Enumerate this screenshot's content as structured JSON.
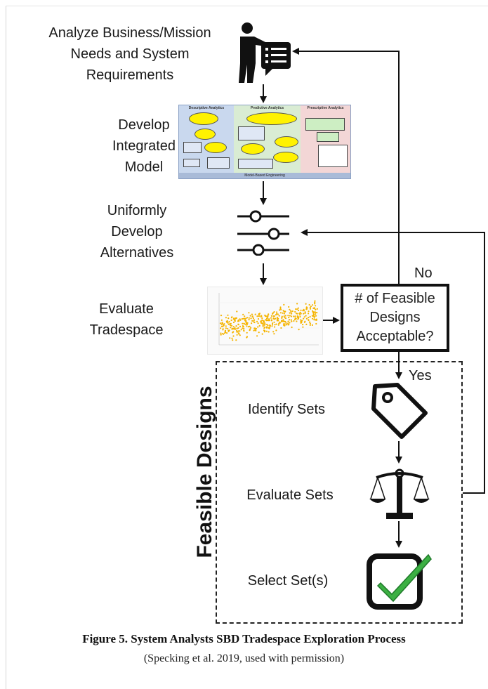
{
  "steps": {
    "analyze": "Analyze Business/Mission\nNeeds and System\nRequirements",
    "integrated": "Develop\nIntegrated\nModel",
    "alternatives": "Uniformly\nDevelop\nAlternatives",
    "tradespace": "Evaluate\nTradespace",
    "identify": "Identify Sets",
    "evaluate_sets": "Evaluate Sets",
    "select": "Select Set(s)"
  },
  "decision": {
    "question": "# of Feasible\nDesigns\nAcceptable?",
    "no_label": "No",
    "yes_label": "Yes"
  },
  "feasible_region_title": "Feasible Designs",
  "model_thumbnail": {
    "zones": [
      "Descriptive Analytics",
      "Predictive Analytics",
      "Prescriptive Analytics"
    ],
    "footer": "Model-Based Engineering"
  },
  "icons": {
    "analyze": "presenter-with-checklist-icon",
    "alternatives": "slider-controls-icon",
    "identify": "price-tag-icon",
    "evaluate_sets": "balance-scale-icon",
    "select": "checkbox-checkmark-icon"
  },
  "colors": {
    "scatter_points": "#f5b400",
    "checkmark": "#3cb043",
    "ink": "#111111"
  },
  "caption": {
    "title": "Figure 5. System Analysts SBD Tradespace Exploration Process",
    "source": "(Specking et al. 2019, used with permission)"
  }
}
